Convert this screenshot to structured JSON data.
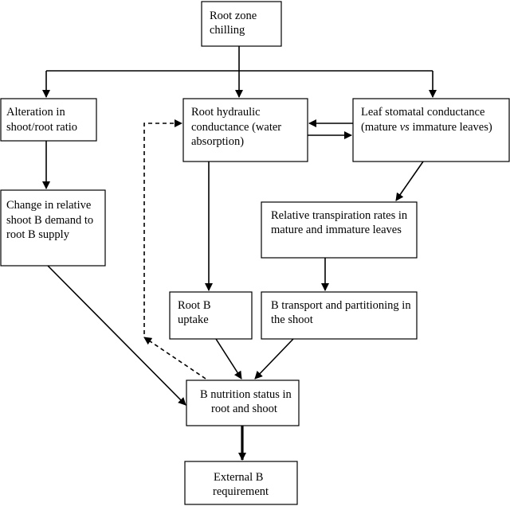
{
  "nodes": {
    "root_zone_chilling": {
      "lines": [
        "Root zone",
        "chilling"
      ]
    },
    "shoot_root_ratio": {
      "lines": [
        "Alteration in",
        "shoot/root ratio"
      ]
    },
    "root_hydraulic": {
      "lines": [
        "Root hydraulic",
        "conductance (water",
        "absorption)"
      ]
    },
    "leaf_stomatal": {
      "lines": [
        "Leaf stomatal conductance",
        "(mature vs immature leaves)"
      ],
      "italic_word": "vs"
    },
    "relative_demand": {
      "lines": [
        "Change in relative",
        "shoot B demand to",
        "root B supply"
      ]
    },
    "relative_transpiration": {
      "lines": [
        "Relative transpiration rates in",
        "mature and immature leaves"
      ]
    },
    "root_b_uptake": {
      "lines": [
        "Root B",
        "uptake"
      ]
    },
    "b_transport": {
      "lines": [
        "B transport and partitioning in",
        "the shoot"
      ]
    },
    "b_nutrition_status": {
      "lines": [
        "B nutrition status in",
        "root and shoot"
      ]
    },
    "external_b": {
      "lines": [
        "External B",
        "requirement"
      ]
    }
  }
}
